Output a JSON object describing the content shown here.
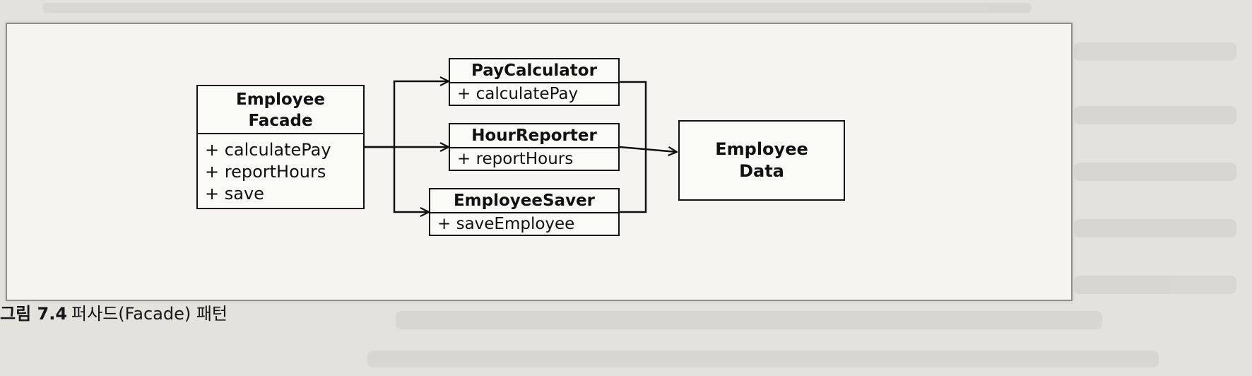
{
  "diagram": {
    "classes": {
      "facade": {
        "name": "Employee Facade",
        "ops": [
          "+ calculatePay",
          "+ reportHours",
          "+ save"
        ]
      },
      "pay_calculator": {
        "name": "PayCalculator",
        "ops": [
          "+ calculatePay"
        ]
      },
      "hour_reporter": {
        "name": "HourReporter",
        "ops": [
          "+ reportHours"
        ]
      },
      "employee_saver": {
        "name": "EmployeeSaver",
        "ops": [
          "+ saveEmployee"
        ]
      },
      "employee_data": {
        "name": "Employee Data"
      }
    },
    "relationships": [
      {
        "from": "Employee Facade",
        "to": "PayCalculator"
      },
      {
        "from": "Employee Facade",
        "to": "HourReporter"
      },
      {
        "from": "Employee Facade",
        "to": "EmployeeSaver"
      },
      {
        "from": "PayCalculator",
        "to": "Employee Data"
      },
      {
        "from": "HourReporter",
        "to": "Employee Data"
      },
      {
        "from": "EmployeeSaver",
        "to": "Employee Data"
      }
    ]
  },
  "caption": {
    "figure_number": "그림 7.4",
    "text": "퍼사드(Facade) 패턴"
  },
  "colors": {
    "ink": "#111111",
    "panel": "#f5f4f0",
    "paper": "#e4e2dd"
  }
}
